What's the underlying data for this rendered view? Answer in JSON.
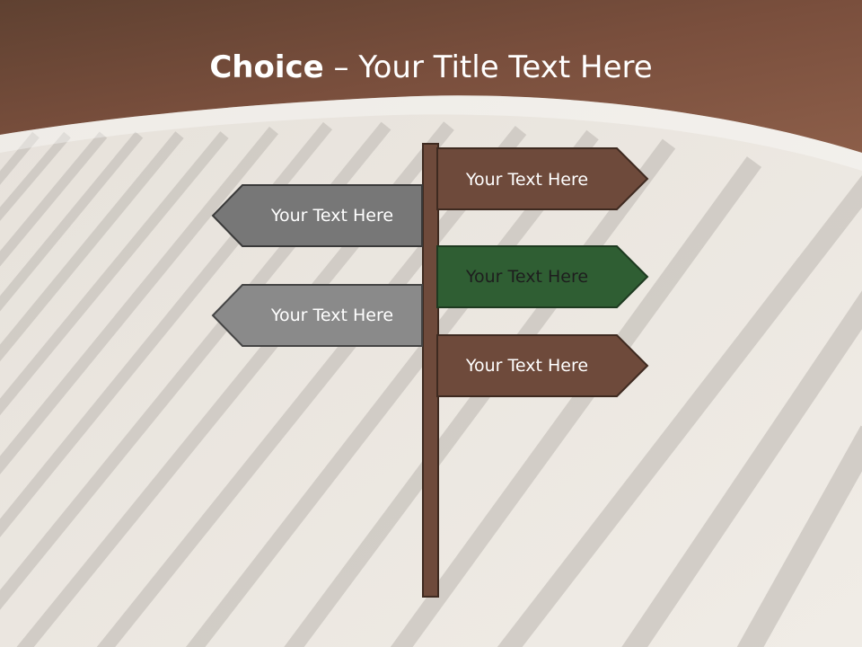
{
  "slide": {
    "title_bold": "Choice",
    "title_rest": " – Your Title Text Here"
  },
  "signs": [
    {
      "label": "Your Text Here",
      "direction": "right",
      "color": "#6e4a3b"
    },
    {
      "label": "Your Text Here",
      "direction": "left",
      "color": "#777777"
    },
    {
      "label": "Your Text Here",
      "direction": "right",
      "color": "#2f5e33"
    },
    {
      "label": "Your Text Here",
      "direction": "left",
      "color": "#8a8a8a"
    },
    {
      "label": "Your Text Here",
      "direction": "right",
      "color": "#6e4a3b"
    }
  ],
  "colors": {
    "header": "#7a4e3c",
    "post": "#6e4a3b",
    "background": "#ece7e1"
  }
}
